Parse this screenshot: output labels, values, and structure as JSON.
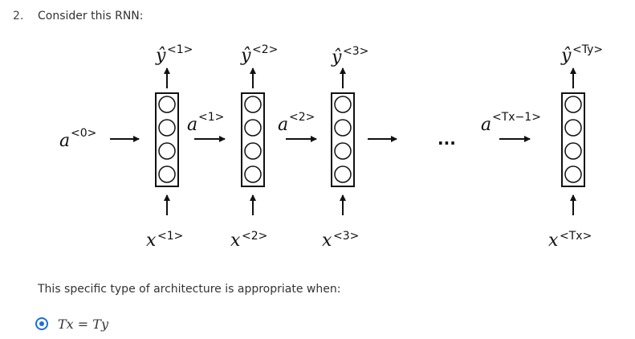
{
  "question": {
    "number": "2.",
    "title": "Consider this RNN:",
    "subquestion": "This specific type of architecture is appropriate when:"
  },
  "diagram": {
    "init_label": {
      "base": "a",
      "sup": "<0>"
    },
    "cells": [
      {
        "out": "ŷ",
        "out_sup": "<1>",
        "in": "x",
        "in_sup": "<1>",
        "act_after": "a",
        "act_after_sup": "<1>"
      },
      {
        "out": "ŷ",
        "out_sup": "<2>",
        "in": "x",
        "in_sup": "<2>",
        "act_after": "a",
        "act_after_sup": "<2>"
      },
      {
        "out": "ŷ",
        "out_sup": "<3>",
        "in": "x",
        "in_sup": "<3>"
      },
      {
        "out": "ŷ",
        "out_sup": "<Ty>",
        "in": "x",
        "in_sup": "<Tx>"
      }
    ],
    "ellipsis": "...",
    "last_act": {
      "base": "a",
      "sup": "<Tx−1>"
    }
  },
  "options": [
    {
      "label": "Tx = Ty",
      "selected": true
    }
  ],
  "colors": {
    "accent": "#1f6fd1",
    "ink": "#111111",
    "text": "#333333"
  }
}
